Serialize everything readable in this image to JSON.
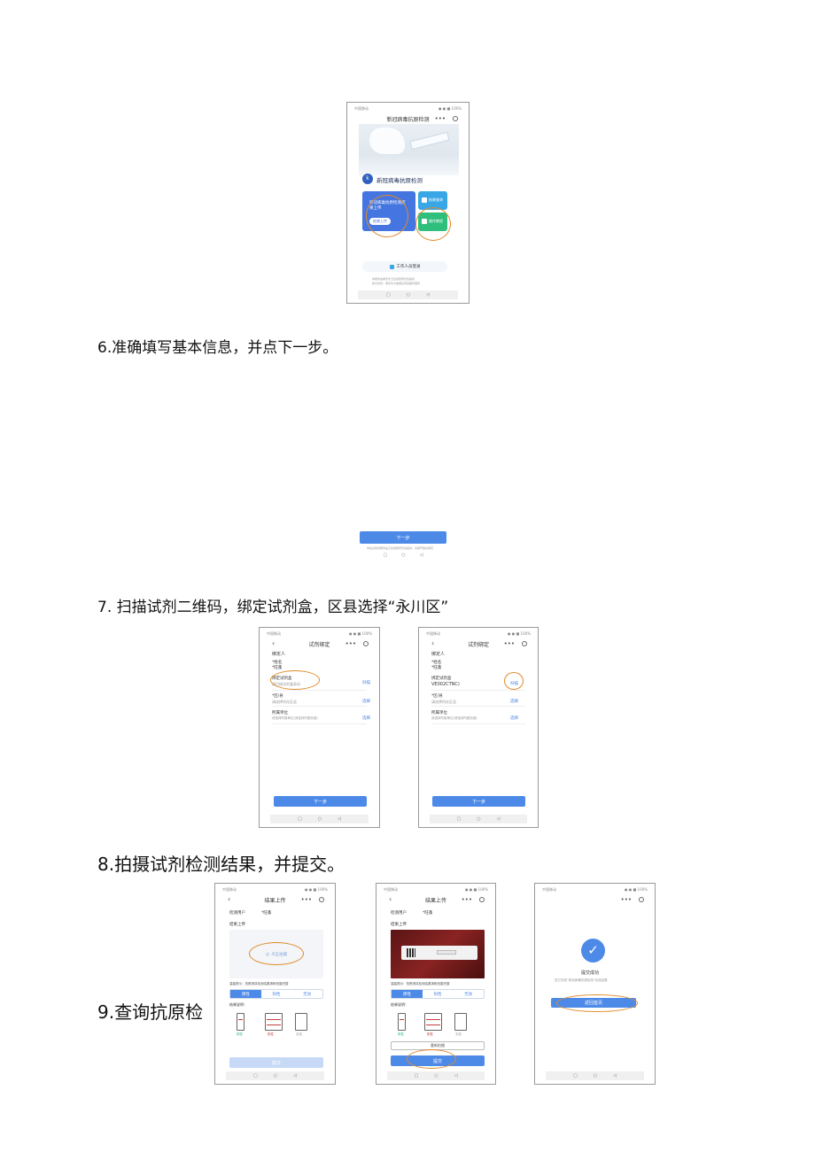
{
  "headings": {
    "step6": "6.准确填写基本信息，并点下一步。",
    "step7": "7. 扫描试剂二维码，绑定试剂盒，区县选择“永川区”",
    "step8": "8.拍摄试剂检测结果，并提交。",
    "step9": "9.查询抗原检"
  },
  "common": {
    "status_left": "中国移动",
    "status_right": "● ● ■ 100%",
    "back": "‹",
    "menu": "•••",
    "next_button": "下一步"
  },
  "screen1": {
    "title": "新冠病毒抗原检测",
    "banner_title": "新冠病毒抗原检测",
    "card_upload_text": "新冠病毒抗原检测结果上传",
    "card_upload_button": "结果上传",
    "card_query": "结果查询",
    "card_bind": "操作教程",
    "staff_link": "工作人员登录",
    "footer_line1": "本服务由重庆市卫生健康委员会提供",
    "footer_line2": "技术支持：重庆市大数据应用发展管理局"
  },
  "screen2": {
    "footer_note": "本站点提供服务由卫生健康委员会提供，请遵守相关规定"
  },
  "screen3": {
    "title": "试剂绑定",
    "section": "绑定人",
    "name_label": "*姓名",
    "name_value": "*旺蓬",
    "kit_label": "绑定试剂盒",
    "kit_placeholder": "请扫描试剂盒条码",
    "scan": "扫描",
    "district_label": "*区/县",
    "district_placeholder": "请选择所在区县",
    "choose": "选择",
    "addr_label": "所属单位",
    "addr_placeholder": "请选择所属单位(请选择所属街道)"
  },
  "screen4": {
    "title": "试剂绑定",
    "section": "绑定人",
    "name_label": "*姓名",
    "name_value": "*旺蓬",
    "kit_label": "绑定试剂盒",
    "kit_value": "VE002CTNC)",
    "scan": "扫描",
    "district_label": "*区/县",
    "district_placeholder": "请选择所在区县",
    "choose": "选择",
    "addr_label": "所属单位",
    "addr_placeholder": "请选择所属单位(请选择所属街道)"
  },
  "screen5": {
    "title": "结果上传",
    "user_label": "检测用户",
    "user_value": "*旺蓬",
    "upload_label": "结果上传",
    "photo_button": "点击拍摄",
    "hint": "温馨提示：拍照请将检测结果清晰拍摄完整",
    "options": [
      "阴性",
      "阳性",
      "无效"
    ],
    "ref_label": "结果说明：",
    "legend": [
      "阴性",
      "阳性",
      "无效"
    ],
    "submit": "提交"
  },
  "screen6": {
    "title": "结果上传",
    "user_label": "检测用户",
    "user_value": "*旺蓬",
    "upload_label": "结果上传",
    "hint": "温馨提示：拍照请将检测结果清晰拍摄完整",
    "options": [
      "阴性",
      "阳性",
      "无效"
    ],
    "ref_label": "结果说明：",
    "legend": [
      "阴性",
      "阳性",
      "无效"
    ],
    "retake": "重新拍摄",
    "submit": "提交"
  },
  "screen7": {
    "success_title": "提交成功",
    "success_desc": "您已完成“新冠病毒抗原检测”自测结果",
    "home_button": "返回首页"
  },
  "colors": {
    "accent": "#4d8ae8",
    "annotation": "#e08a2a",
    "positive": "#c63d3d",
    "green": "#2fbf7d"
  }
}
